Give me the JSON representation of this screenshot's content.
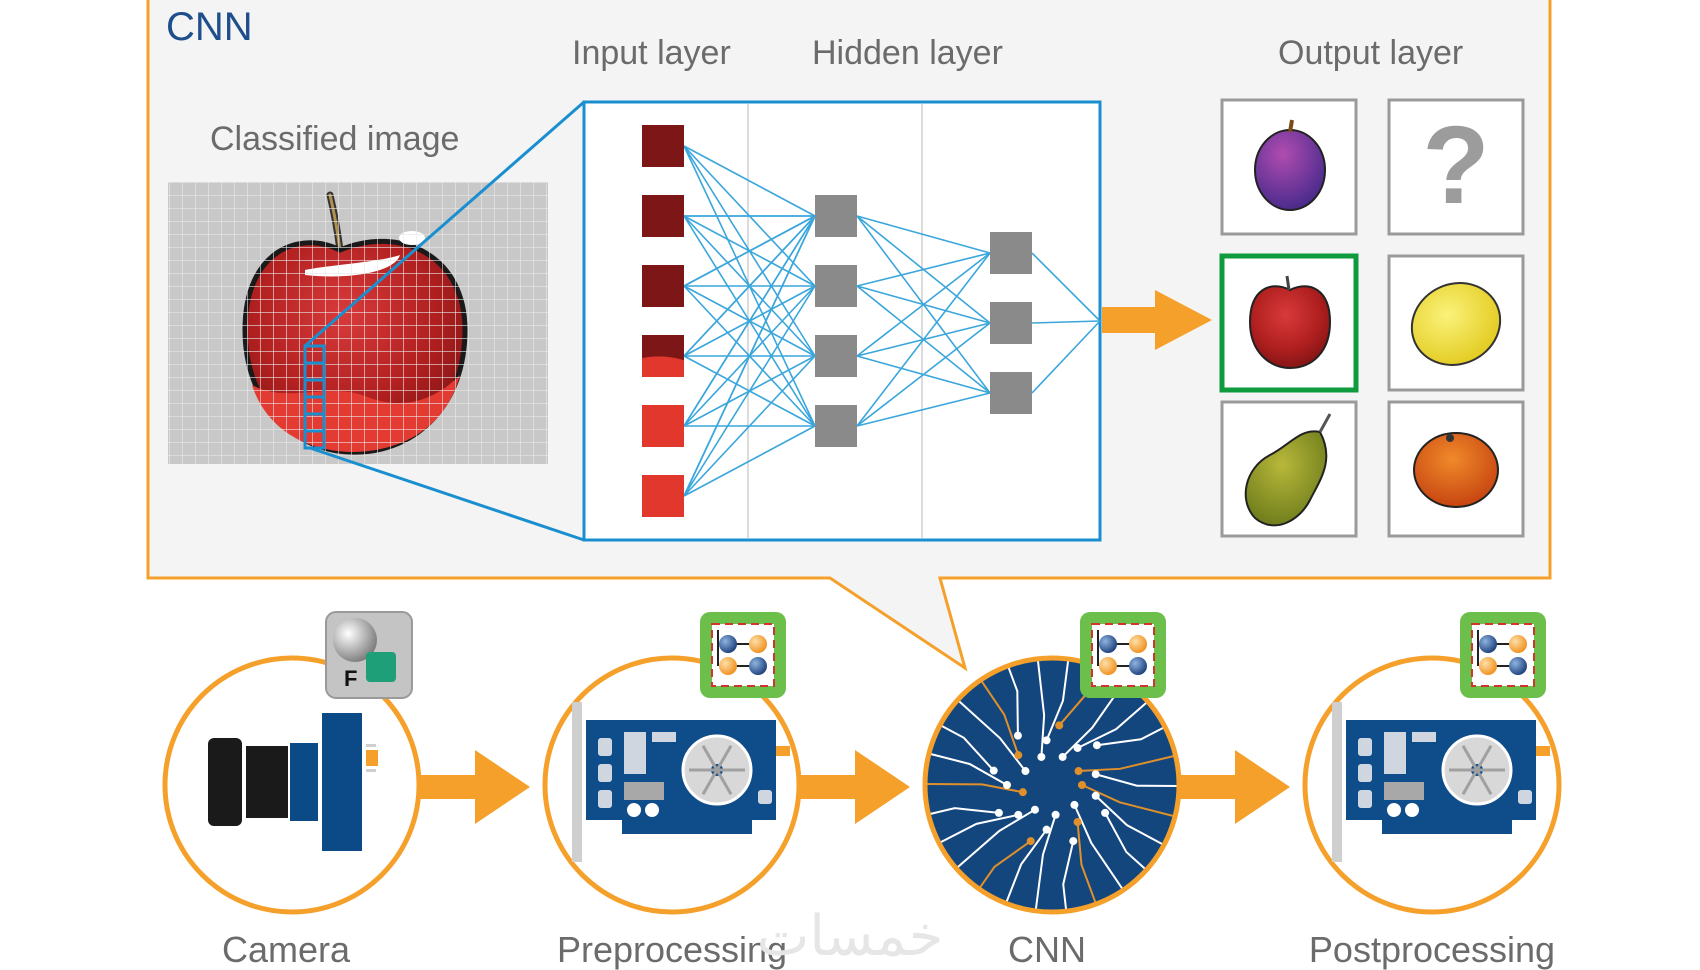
{
  "title": "CNN",
  "labels": {
    "input_layer": "Input layer",
    "hidden_layer": "Hidden layer",
    "output_layer": "Output layer",
    "classified_image": "Classified image"
  },
  "network": {
    "input_nodes": 6,
    "hidden1_nodes": 4,
    "hidden2_nodes": 3
  },
  "output_classes": [
    {
      "name": "plum",
      "selected": false
    },
    {
      "name": "unknown",
      "symbol": "?",
      "selected": false
    },
    {
      "name": "apple",
      "selected": true
    },
    {
      "name": "lemon",
      "selected": false
    },
    {
      "name": "pear",
      "selected": false
    },
    {
      "name": "orange",
      "selected": false
    }
  ],
  "pipeline": [
    {
      "label": "Camera",
      "icon": "camera-icon",
      "badge": "camera-acquisition-badge-icon"
    },
    {
      "label": "Preprocessing",
      "icon": "gpu-card-icon",
      "badge": "network-module-badge-icon"
    },
    {
      "label": "CNN",
      "icon": "circuit-board-icon",
      "badge": "network-module-badge-icon"
    },
    {
      "label": "Postprocessing",
      "icon": "gpu-card-icon",
      "badge": "network-module-badge-icon"
    }
  ],
  "watermark": "خمسات",
  "colors": {
    "accent_orange": "#f5a02a",
    "frame_blue": "#1a8fd0",
    "title_blue": "#1f4e8c",
    "selected_green": "#0d9b3e",
    "panel_bg": "#f4f4f4",
    "node_gray": "#8a8a8a"
  }
}
